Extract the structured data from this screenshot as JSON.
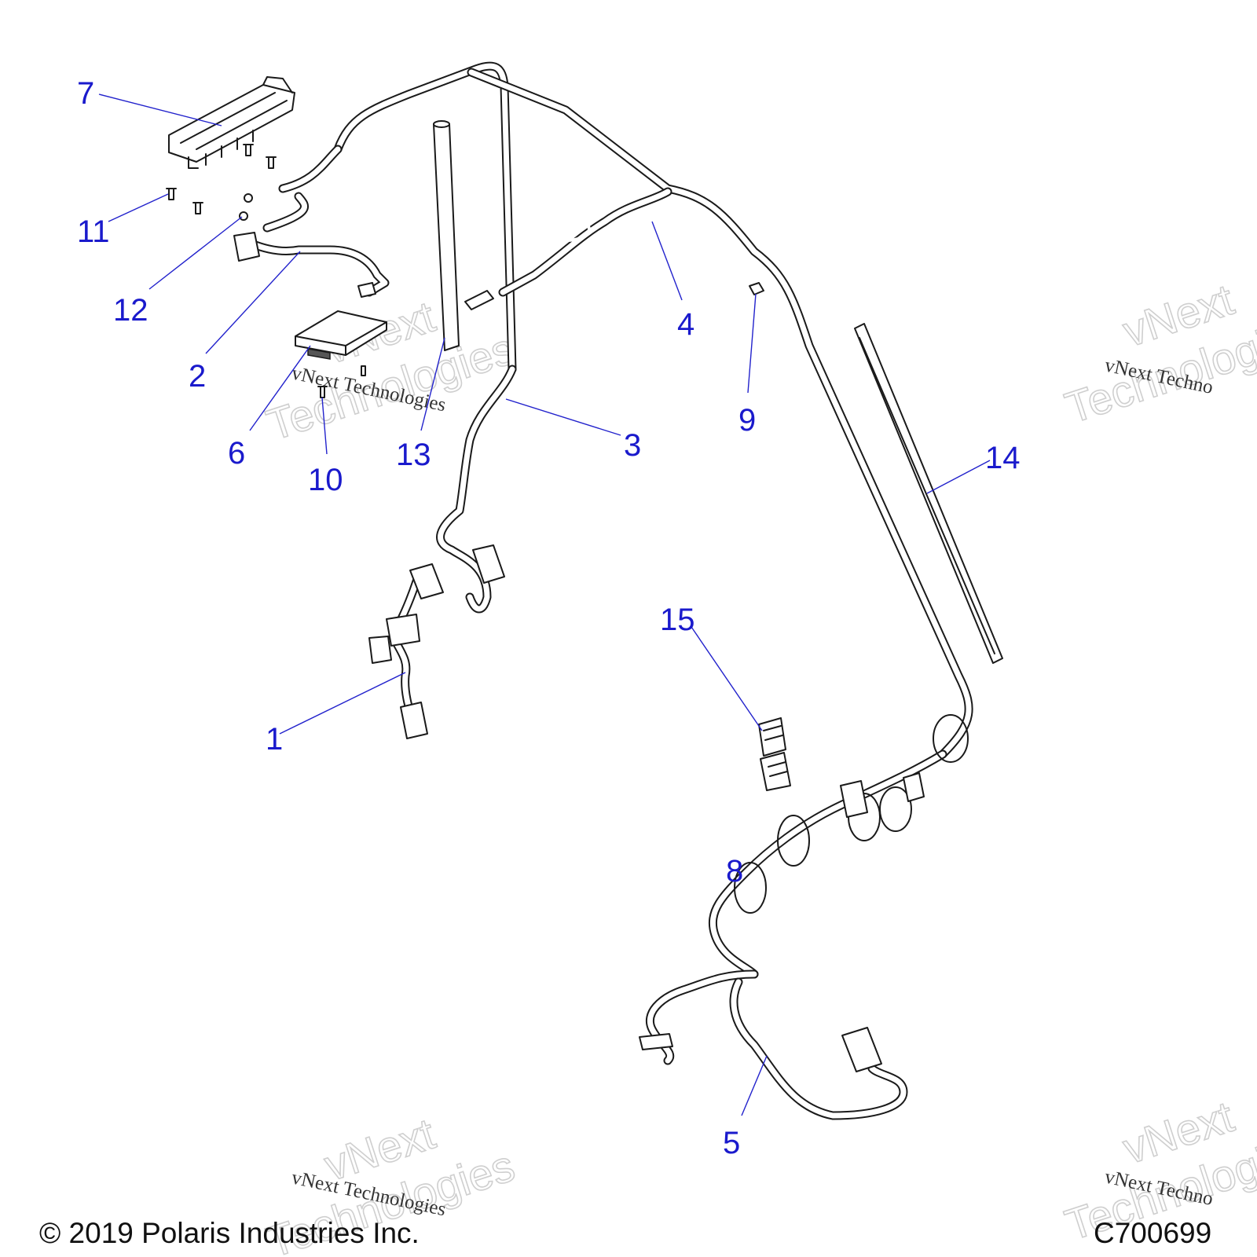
{
  "callouts": [
    {
      "id": "c1",
      "label": "1"
    },
    {
      "id": "c2",
      "label": "2"
    },
    {
      "id": "c3",
      "label": "3"
    },
    {
      "id": "c4",
      "label": "4"
    },
    {
      "id": "c5",
      "label": "5"
    },
    {
      "id": "c6",
      "label": "6"
    },
    {
      "id": "c7",
      "label": "7"
    },
    {
      "id": "c8",
      "label": "8"
    },
    {
      "id": "c9",
      "label": "9"
    },
    {
      "id": "c10",
      "label": "10"
    },
    {
      "id": "c11",
      "label": "11"
    },
    {
      "id": "c12",
      "label": "12"
    },
    {
      "id": "c13",
      "label": "13"
    },
    {
      "id": "c14",
      "label": "14"
    },
    {
      "id": "c15",
      "label": "15"
    }
  ],
  "watermark": {
    "line1": "vNext",
    "line2": "Technologies",
    "caption": "vNext Technologies",
    "caption_cut": "vNext Techno"
  },
  "footer": {
    "copyright": "© 2019 Polaris Industries Inc.",
    "drawing_number": "C700699"
  }
}
